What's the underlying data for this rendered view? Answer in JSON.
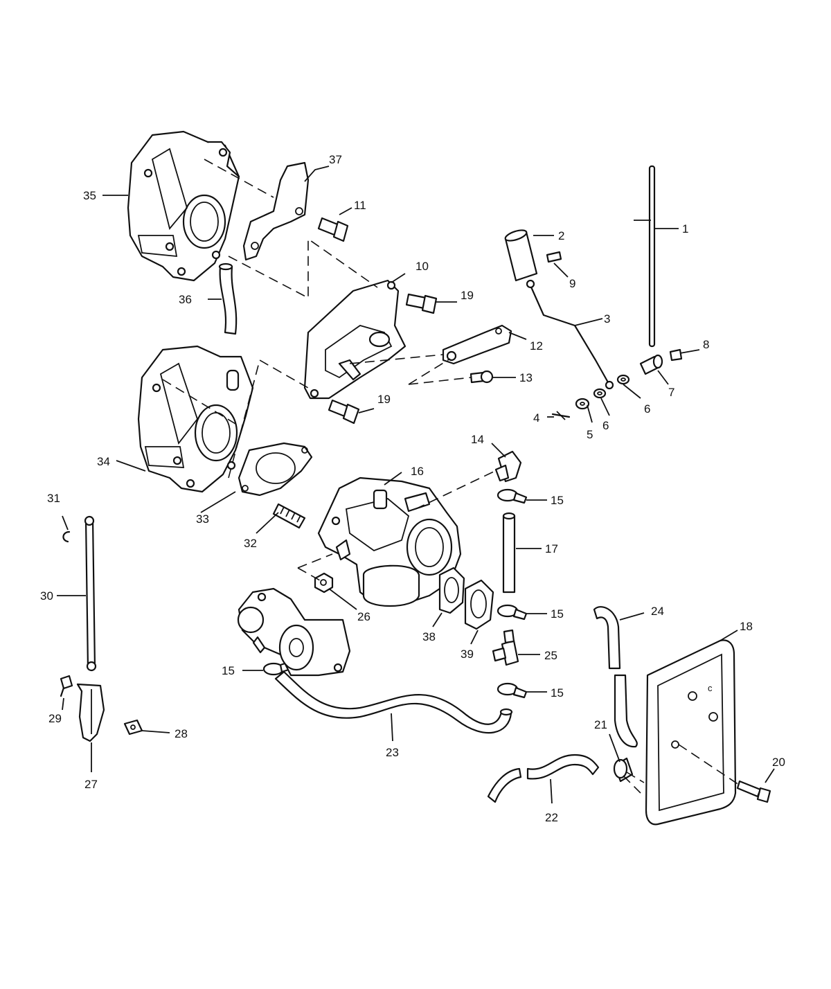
{
  "labels": {
    "1": "1",
    "2": "2",
    "3": "3",
    "4": "4",
    "5": "5",
    "6": "6",
    "7": "7",
    "8": "8",
    "9": "9",
    "10": "10",
    "11": "11",
    "12": "12",
    "13": "13",
    "14": "14",
    "15": "15",
    "16": "16",
    "17": "17",
    "18": "18",
    "19": "19",
    "20": "20",
    "21": "21",
    "22": "22",
    "23": "23",
    "24": "24",
    "25": "25",
    "26": "26",
    "27": "27",
    "28": "28",
    "29": "29",
    "30": "30",
    "31": "31",
    "32": "32",
    "33": "33",
    "34": "34",
    "35": "35",
    "36": "36",
    "37": "37",
    "38": "38",
    "39": "39"
  }
}
